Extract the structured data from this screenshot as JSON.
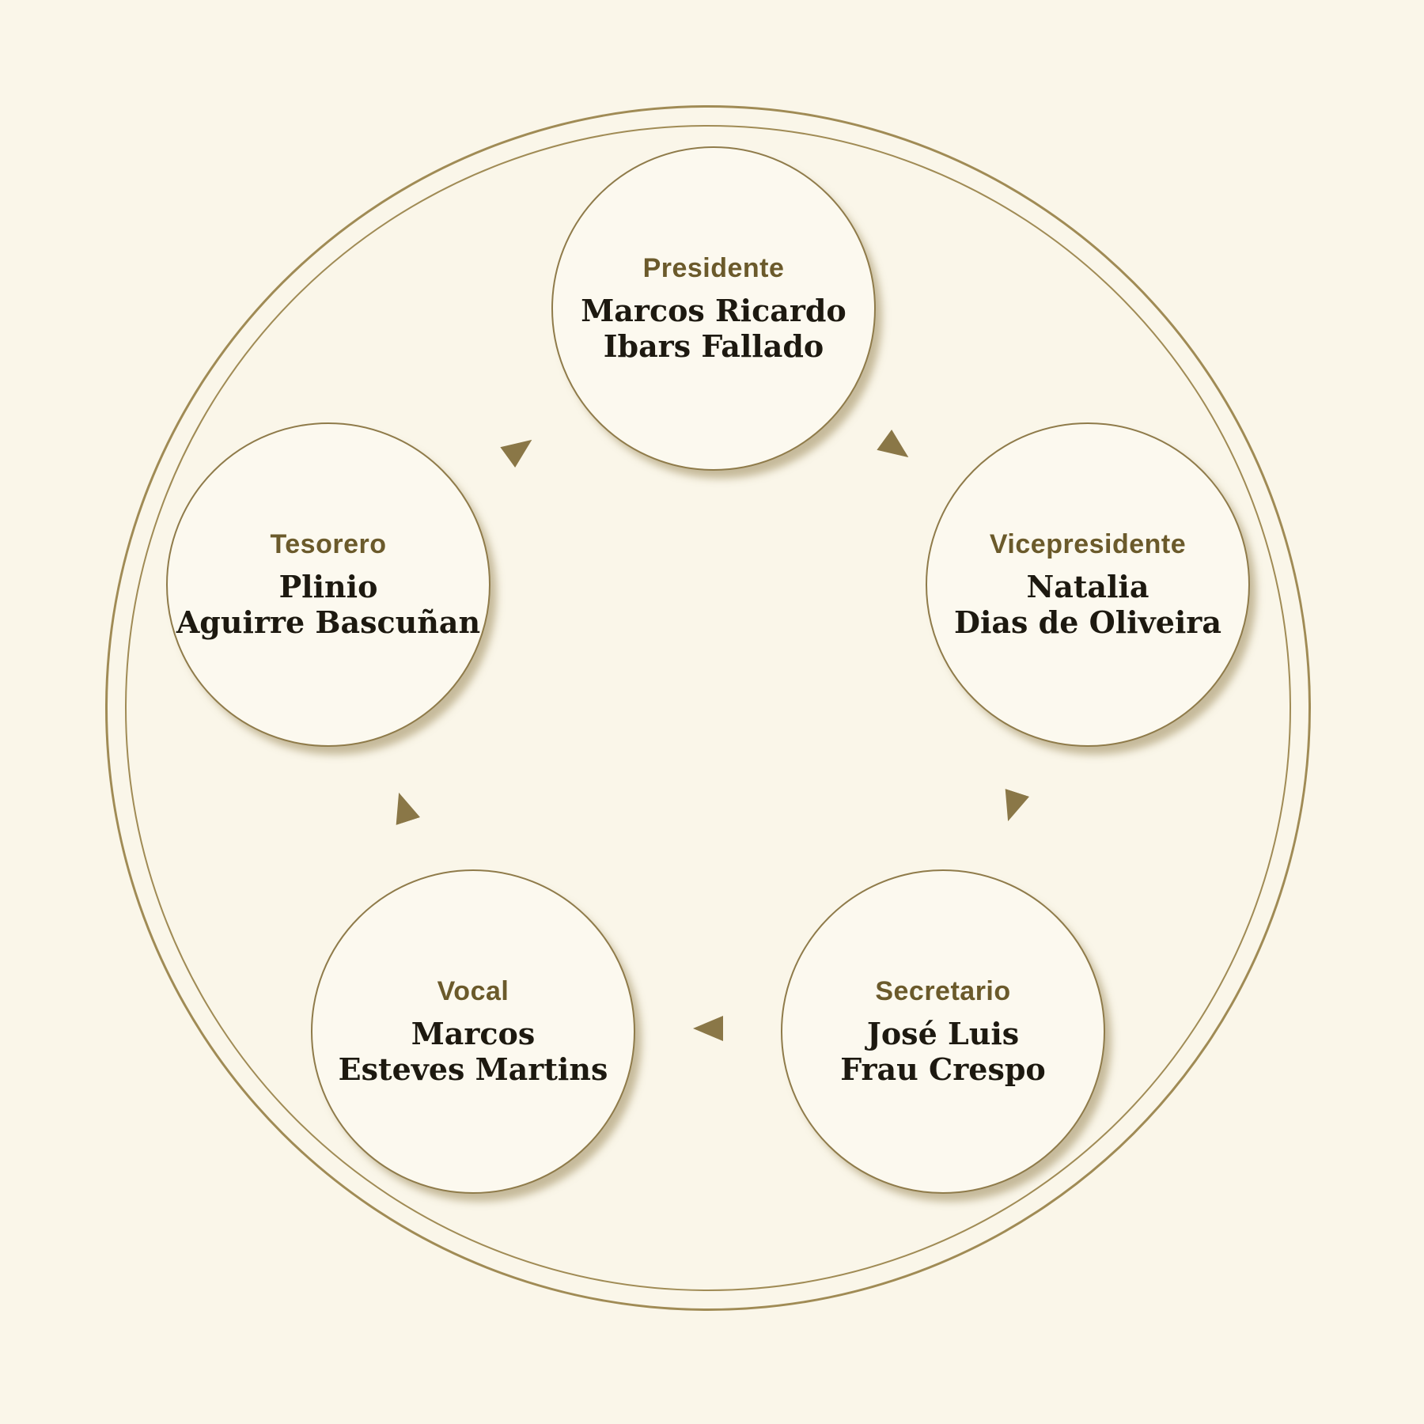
{
  "diagram": {
    "type": "circular-org-cycle",
    "colors": {
      "background": "#faf6e9",
      "circle_fill": "#fcf9ef",
      "accent_ring": "#a08b55",
      "circle_border": "#8f7b4a",
      "title_color": "#6b5a2b",
      "name_color": "#1d1910",
      "arrow_color": "#8a7747"
    },
    "nodes": [
      {
        "id": "presidente",
        "title": "Presidente",
        "name_line1": "Marcos Ricardo",
        "name_line2": "Ibars Fallado"
      },
      {
        "id": "vicepresidente",
        "title": "Vicepresidente",
        "name_line1": "Natalia",
        "name_line2": "Dias de Oliveira"
      },
      {
        "id": "secretario",
        "title": "Secretario",
        "name_line1": "José Luis",
        "name_line2": "Frau Crespo"
      },
      {
        "id": "vocal",
        "title": "Vocal",
        "name_line1": "Marcos",
        "name_line2": "Esteves Martins"
      },
      {
        "id": "tesorero",
        "title": "Tesorero",
        "name_line1": "Plinio",
        "name_line2": "Aguirre Bascuñan"
      }
    ],
    "flow": {
      "direction": "clockwise",
      "arrows": [
        {
          "from": "Presidente",
          "to": "Vicepresidente"
        },
        {
          "from": "Vicepresidente",
          "to": "Secretario"
        },
        {
          "from": "Secretario",
          "to": "Vocal"
        },
        {
          "from": "Vocal",
          "to": "Tesorero"
        },
        {
          "from": "Tesorero",
          "to": "Presidente"
        }
      ]
    }
  }
}
